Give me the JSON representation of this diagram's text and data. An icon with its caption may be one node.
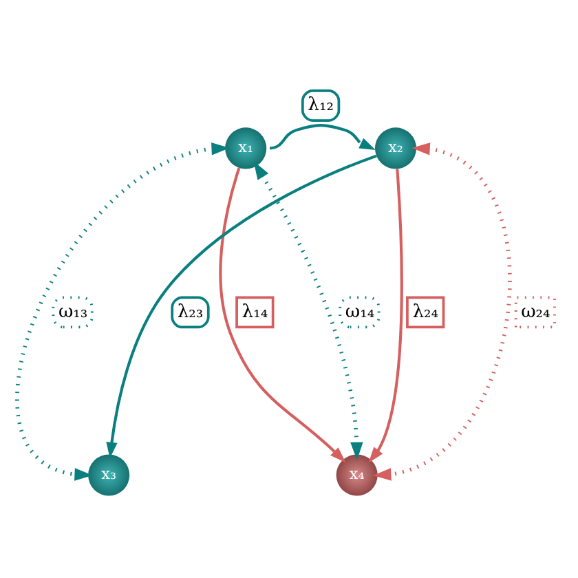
{
  "diagram": {
    "nodes": [
      {
        "text": [
          "x₁"
        ]
      },
      {
        "text": [
          "x₂"
        ]
      },
      {
        "text": [
          "x₃"
        ]
      },
      {
        "text": [
          "x₄"
        ]
      }
    ],
    "edges": [
      {
        "from": 0,
        "to": 1,
        "arrow": "to",
        "label": "λ₁₂"
      },
      {
        "from": 0,
        "to": 3,
        "arrow": "to",
        "label": "λ₁₄",
        "color": "#d65f5f"
      },
      {
        "from": 1,
        "to": 2,
        "arrow": "to",
        "label": "λ₂₃"
      },
      {
        "from": 1,
        "to": 3,
        "arrow": "to",
        "label": "λ₂₄",
        "color": "#d65f5f"
      },
      {
        "from": 0,
        "to": 2,
        "arrow": "both",
        "label": "ω₁₃",
        "style": "dashed"
      },
      {
        "from": 0,
        "to": 3,
        "arrow": "both",
        "label": "ω₁₄",
        "style": "dashed"
      },
      {
        "from": 1,
        "to": 3,
        "arrow": "both",
        "label": "ω₂₄",
        "style": "dashed",
        "color": "#d65f5f"
      }
    ]
  }
}
